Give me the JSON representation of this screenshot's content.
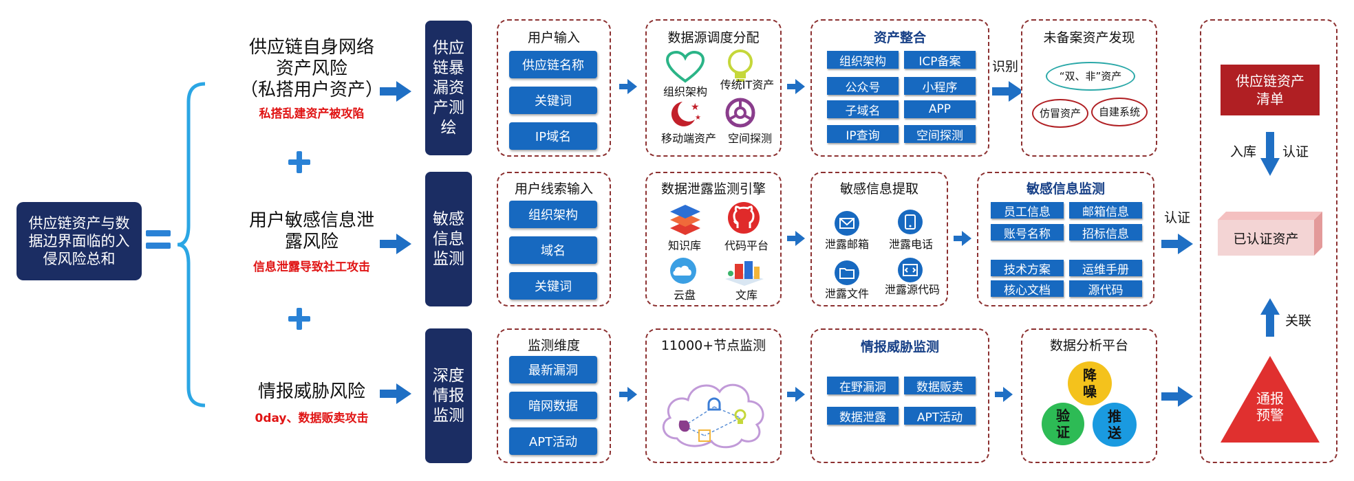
{
  "root": {
    "label": "供应链资产与数据边界面临的入侵风险总和"
  },
  "risks": [
    {
      "title_line1": "供应链自身网络",
      "title_line2": "资产风险",
      "title_line3": "（私搭用户资产）",
      "subtitle": "私搭乱建资产被攻陷"
    },
    {
      "title_line1": "用户敏感信息泄",
      "title_line2": "露风险",
      "subtitle": "信息泄露导致社工攻击"
    },
    {
      "title_line1": "情报威胁风险",
      "subtitle": "0day、数据贩卖攻击"
    }
  ],
  "categories": [
    {
      "label": "供应链暴漏资产测绘"
    },
    {
      "label": "敏感信息监测"
    },
    {
      "label": "深度情报监测"
    }
  ],
  "row1": {
    "input": {
      "title": "用户输入",
      "items": [
        "供应链名称",
        "关键词",
        "IP域名"
      ]
    },
    "dispatch": {
      "title": "数据源调度分配",
      "icons": [
        {
          "label": "组织架构",
          "icon": "heart-icon"
        },
        {
          "label": "传统IT资产",
          "icon": "lightbulb-icon"
        },
        {
          "label": "移动端资产",
          "icon": "moon-stars-icon"
        },
        {
          "label": "空间探测",
          "icon": "network-ring-icon"
        }
      ]
    },
    "integration": {
      "title": "资产整合",
      "tags": [
        "组织架构",
        "ICP备案",
        "公众号",
        "小程序",
        "子域名",
        "APP",
        "IP查询",
        "空间探测"
      ]
    },
    "identify_label": "识别",
    "discovery": {
      "title": "未备案资产发现",
      "oval_top": "“双、非”资产",
      "oval_left": "仿冒资产",
      "oval_right": "自建系统"
    }
  },
  "row2": {
    "input": {
      "title": "用户线索输入",
      "items": [
        "组织架构",
        "域名",
        "关键词"
      ]
    },
    "engine": {
      "title": "数据泄露监测引擎",
      "icons": [
        {
          "label": "知识库",
          "icon": "layers-icon"
        },
        {
          "label": "代码平台",
          "icon": "github-icon"
        },
        {
          "label": "云盘",
          "icon": "cloud-icon"
        },
        {
          "label": "文库",
          "icon": "library-icon"
        }
      ]
    },
    "extract": {
      "title": "敏感信息提取",
      "icons": [
        {
          "label": "泄露邮箱",
          "icon": "mail-icon"
        },
        {
          "label": "泄露电话",
          "icon": "phone-icon"
        },
        {
          "label": "泄露文件",
          "icon": "folder-icon"
        },
        {
          "label": "泄露源代码",
          "icon": "code-icon"
        }
      ]
    },
    "monitor": {
      "title": "敏感信息监测",
      "tags": [
        "员工信息",
        "邮箱信息",
        "账号名称",
        "招标信息",
        "技术方案",
        "运维手册",
        "核心文档",
        "源代码"
      ]
    },
    "verify_label": "认证"
  },
  "row3": {
    "dimension": {
      "title": "监测维度",
      "items": [
        "最新漏洞",
        "暗网数据",
        "APT活动"
      ]
    },
    "nodes": {
      "title": "11000+节点监测"
    },
    "intel": {
      "title": "情报威胁监测",
      "tags": [
        "在野漏洞",
        "数据贩卖",
        "数据泄露",
        "APT活动"
      ]
    },
    "platform": {
      "title": "数据分析平台",
      "circles": [
        {
          "label": "降噪",
          "color": "#f4c21c"
        },
        {
          "label": "验证",
          "color": "#2dbb55"
        },
        {
          "label": "推送",
          "color": "#1a9ae0"
        }
      ]
    }
  },
  "result": {
    "inventory": "供应链资产清单",
    "arrow_left": "入库",
    "arrow_right": "认证",
    "certified": "已认证资产",
    "link_label": "关联",
    "alert": "通报预警"
  },
  "colors": {
    "navy": "#1b2d63",
    "blue": "#1769c0",
    "arrow": "#1f6fc4",
    "red": "#e01515",
    "dashed": "#8c3030",
    "inventory": "#b01f23"
  }
}
